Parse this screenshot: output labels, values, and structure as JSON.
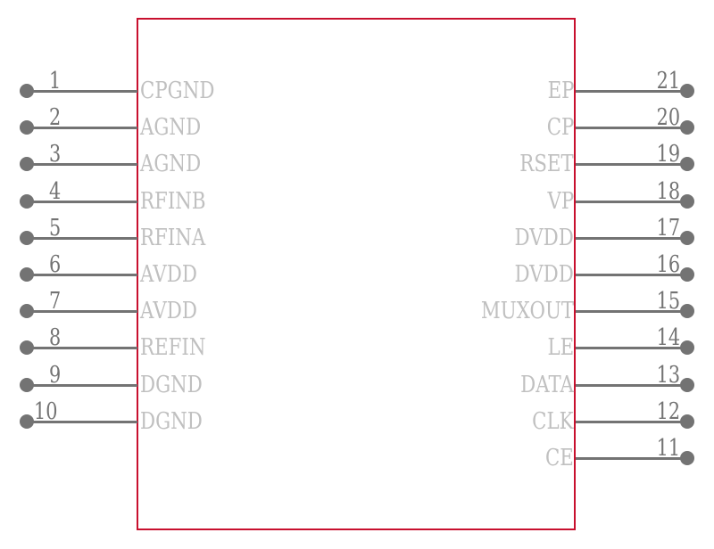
{
  "component": {
    "body_color": "#c8102e",
    "pin_color": "#737373",
    "label_color": "#c0c0c0",
    "left_pins": [
      {
        "number": "1",
        "name": "CPGND"
      },
      {
        "number": "2",
        "name": "AGND"
      },
      {
        "number": "3",
        "name": "AGND"
      },
      {
        "number": "4",
        "name": "RFINB"
      },
      {
        "number": "5",
        "name": "RFINA"
      },
      {
        "number": "6",
        "name": "AVDD"
      },
      {
        "number": "7",
        "name": "AVDD"
      },
      {
        "number": "8",
        "name": "REFIN"
      },
      {
        "number": "9",
        "name": "DGND"
      },
      {
        "number": "10",
        "name": "DGND"
      }
    ],
    "right_pins": [
      {
        "number": "21",
        "name": "EP"
      },
      {
        "number": "20",
        "name": "CP"
      },
      {
        "number": "19",
        "name": "RSET"
      },
      {
        "number": "18",
        "name": "VP"
      },
      {
        "number": "17",
        "name": "DVDD"
      },
      {
        "number": "16",
        "name": "DVDD"
      },
      {
        "number": "15",
        "name": "MUXOUT"
      },
      {
        "number": "14",
        "name": "LE"
      },
      {
        "number": "13",
        "name": "DATA"
      },
      {
        "number": "12",
        "name": "CLK"
      },
      {
        "number": "11",
        "name": "CE"
      }
    ]
  }
}
